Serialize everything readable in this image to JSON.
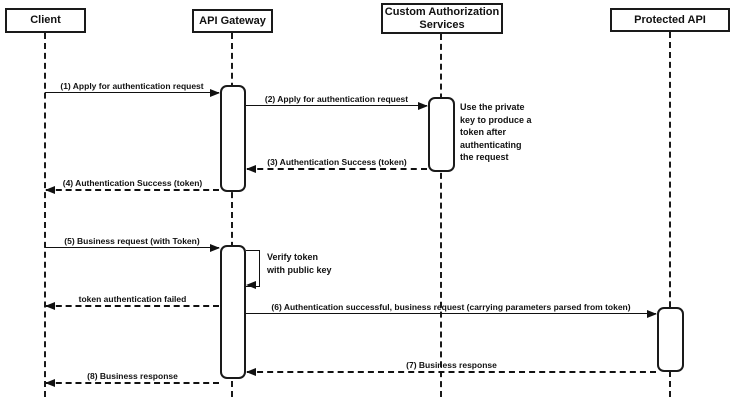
{
  "diagram": {
    "type": "sequence-diagram",
    "colors": {
      "line": "#111111",
      "box_border": "#1a1a1a",
      "box_fill": "#ffffff",
      "background": "#ffffff"
    },
    "actors": [
      {
        "label": "Client"
      },
      {
        "label": "API Gateway"
      },
      {
        "label": "Custom Authorization\nServices"
      },
      {
        "label": "Protected API"
      }
    ],
    "messages": [
      {
        "label": "(1) Apply for authentication request",
        "from": "Client",
        "to": "API Gateway",
        "style": "solid"
      },
      {
        "label": "(2) Apply for authentication request",
        "from": "API Gateway",
        "to": "Custom Authorization Services",
        "style": "solid"
      },
      {
        "label": "(3) Authentication Success (token)",
        "from": "Custom Authorization Services",
        "to": "API Gateway",
        "style": "dashed"
      },
      {
        "label": "(4) Authentication Success (token)",
        "from": "API Gateway",
        "to": "Client",
        "style": "dashed"
      },
      {
        "label": "(5) Business request (with Token)",
        "from": "Client",
        "to": "API Gateway",
        "style": "solid"
      },
      {
        "label": "token authentication failed",
        "from": "API Gateway",
        "to": "Client",
        "style": "dashed"
      },
      {
        "label": "(6) Authentication successful, business request (carrying parameters parsed from token)",
        "from": "API Gateway",
        "to": "Protected API",
        "style": "solid"
      },
      {
        "label": "(7) Business response",
        "from": "Protected API",
        "to": "API Gateway",
        "style": "dashed"
      },
      {
        "label": "(8) Business response",
        "from": "API Gateway",
        "to": "Client",
        "style": "dashed"
      }
    ],
    "self_message": {
      "label": "Verify token\nwith public key",
      "actor": "API Gateway"
    },
    "note": {
      "text": "Use the private\nkey to produce a\ntoken after\nauthenticating\nthe request",
      "attached_to": "Custom Authorization Services"
    }
  }
}
